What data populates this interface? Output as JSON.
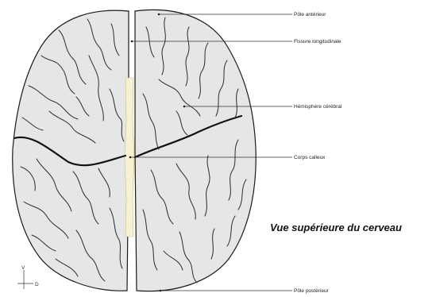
{
  "labels": {
    "anterior_pole": "Pôle antérieur",
    "longitudinal_fissure": "Fissure longitudinale",
    "cerebral_hemisphere": "Hémisphère cérébral",
    "corpus_callosum": "Corps calleux",
    "posterior_pole": "Pôle postérieur"
  },
  "title": "Vue supérieure du cerveau",
  "orientation": {
    "vertical_axis": "V",
    "horizontal_axis": "D"
  },
  "colors": {
    "hemisphere_fill": "#e6e6e6",
    "corpus_callosum_fill": "#f7f0d2",
    "outline": "#1a1a1a"
  }
}
